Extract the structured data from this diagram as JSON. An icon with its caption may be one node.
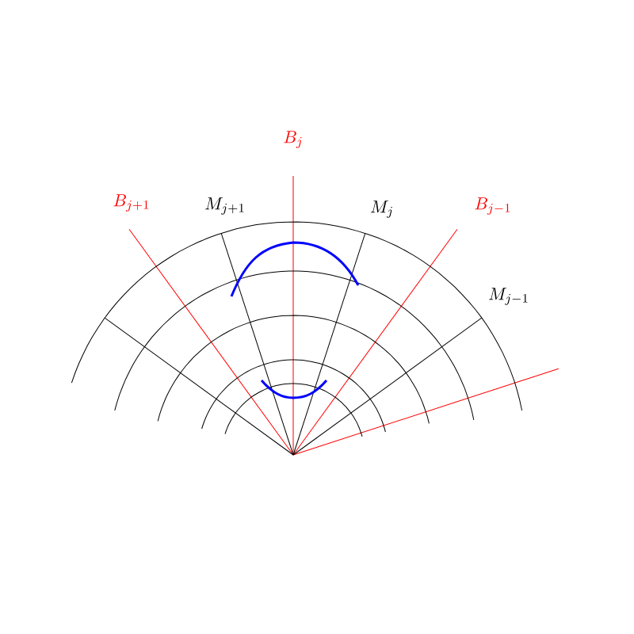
{
  "diagram": {
    "labels": [
      "B_j",
      "B_{j+1}",
      "M_{j+1}",
      "M_j",
      "B_{j-1}",
      "M_{j-1}"
    ]
  }
}
